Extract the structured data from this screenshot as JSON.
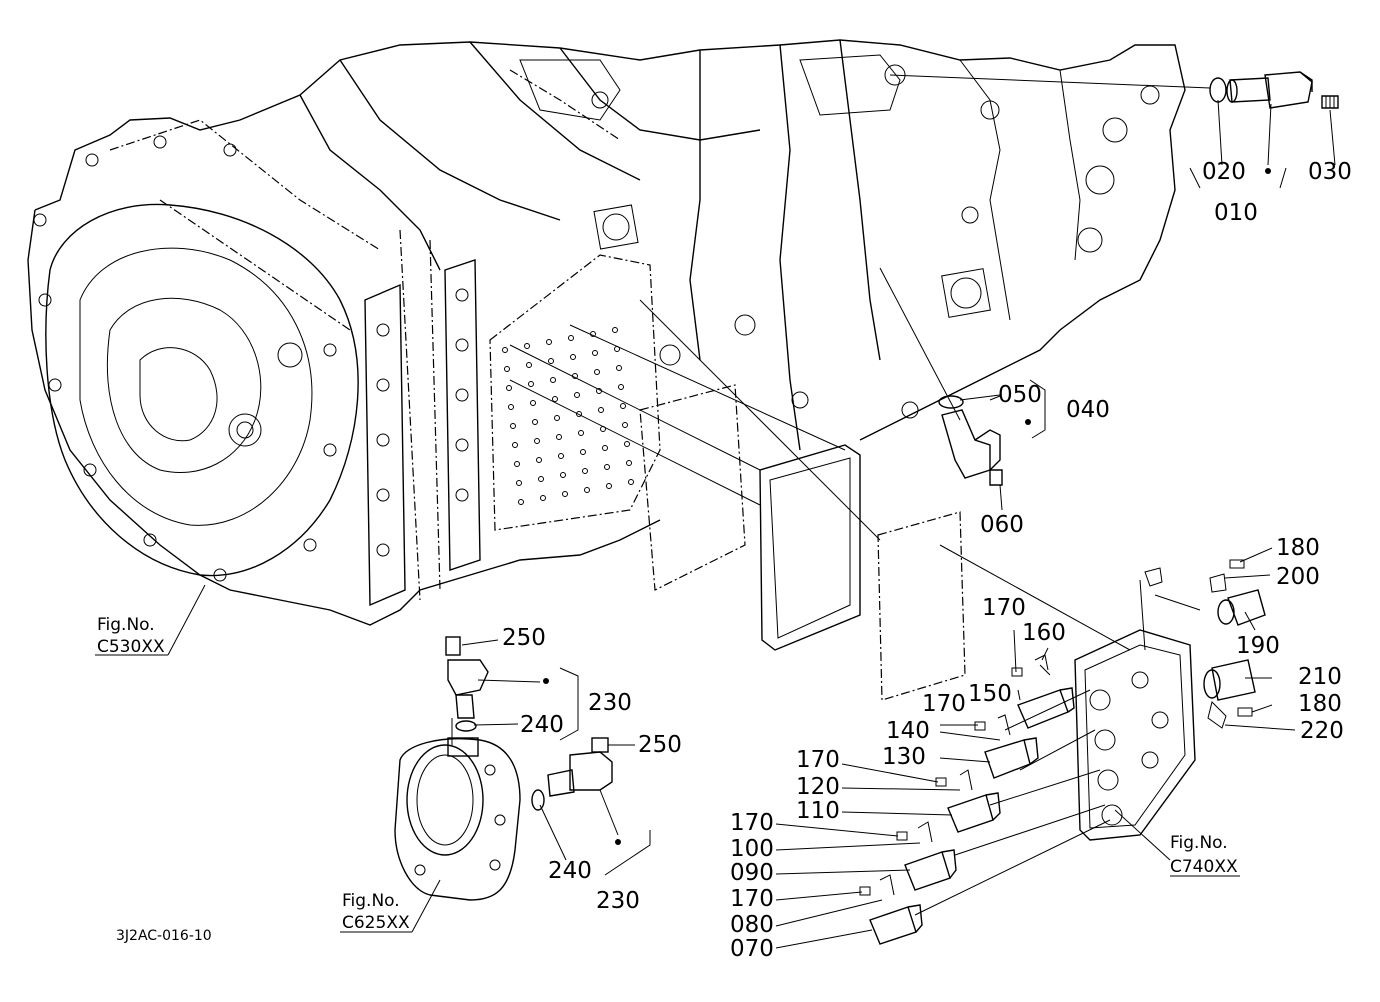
{
  "parts": {
    "p010": "010",
    "p020": "020",
    "p030": "030",
    "p040": "040",
    "p050": "050",
    "p060": "060",
    "p070": "070",
    "p080": "080",
    "p090": "090",
    "p100": "100",
    "p110": "110",
    "p120": "120",
    "p130": "130",
    "p140": "140",
    "p150": "150",
    "p160": "160",
    "p170": "170",
    "p180": "180",
    "p190": "190",
    "p200": "200",
    "p210": "210",
    "p220": "220",
    "p230": "230",
    "p240": "240",
    "p250": "250"
  },
  "figures": {
    "fig_prefix": "Fig.No.",
    "c530": "C530XX",
    "c625": "C625XX",
    "c740": "C740XX"
  },
  "drawing_id": "3J2AC-016-10"
}
